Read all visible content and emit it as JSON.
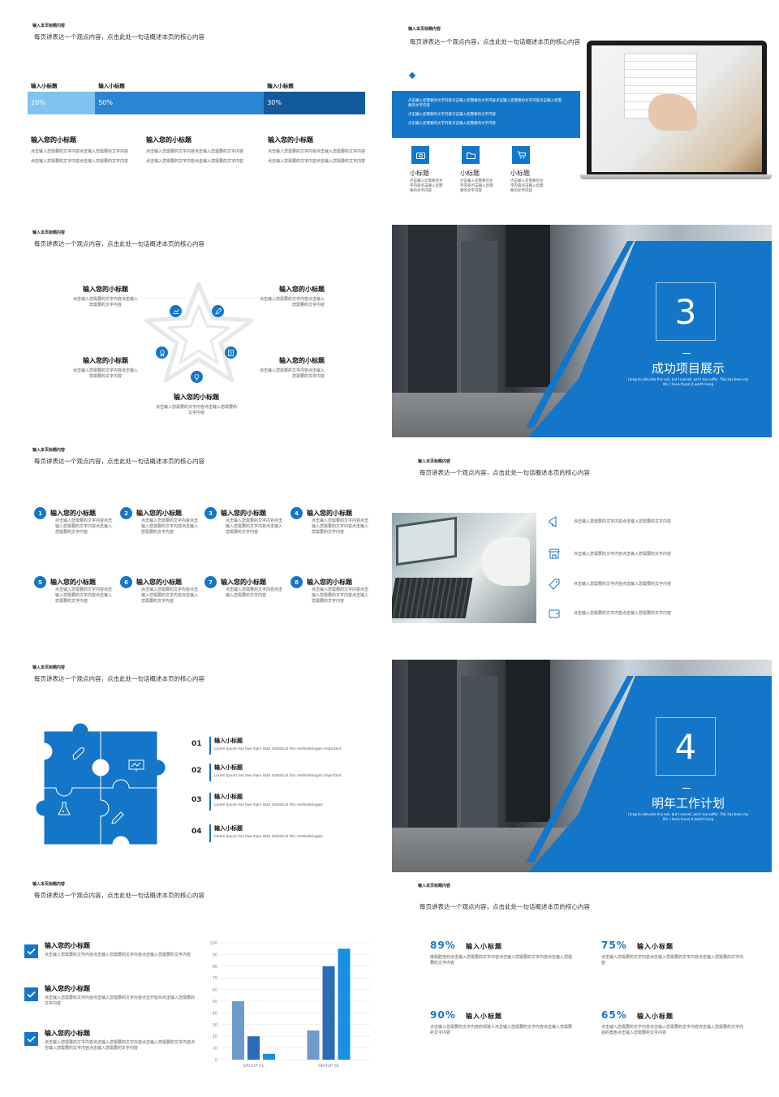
{
  "common": {
    "small_title": "输入本页标题内容",
    "subtitle": "每页讲表达一个观点内容，点击此处一句话概述本页的核心内容"
  },
  "s1": {
    "bar_labels": [
      "输入小标题",
      "输入小标题",
      "输入小标题"
    ],
    "bar_values": [
      "20%",
      "50%",
      "30%"
    ],
    "bar_fractions": [
      0.2,
      0.5,
      0.3
    ],
    "bar_colors": [
      "#7fc3f2",
      "#2a86d4",
      "#135a9c"
    ],
    "cols": [
      {
        "title": "输入您的小标题",
        "p1": "点击输入您需要的文字内容点击输入您需要的文字内容",
        "p2": "点击输入您需要的文字内容点击输入您需要的文字内容"
      },
      {
        "title": "输入您的小标题",
        "p1": "点击输入您需要的文字内容点击输入您需要的文字内容",
        "p2": "点击输入您需要的文字内容点击输入您需要的文字内容"
      },
      {
        "title": "输入您的小标题",
        "p1": "点击输入您需要的文字内容点击输入您需要的文字内容",
        "p2": "点击输入您需要的文字内容点击输入您需要的文字内容"
      }
    ]
  },
  "s2": {
    "band_lines": [
      "点击输入您需要的文字内容点击输入您需要的文字内容点击输入您需要的文字内容点击输入您需要的文字内容",
      "点击输入您需要的文字内容点击输入您需要的文字内容",
      "点击输入您需要的文字内容点击输入您需要的文字内容"
    ],
    "items": [
      {
        "icon": "camera-icon",
        "title": "小标题",
        "p": "点击输入您需要的文字内容点击输入您需要的文字内容"
      },
      {
        "icon": "folder-icon",
        "title": "小标题",
        "p": "点击输入您需要的文字内容点击输入您需要的文字内容"
      },
      {
        "icon": "cart-icon",
        "title": "小标题",
        "p": "点击输入您需要的文字内容点击输入您需要的文字内容"
      }
    ]
  },
  "s3": {
    "items": [
      {
        "title": "输入您的小标题",
        "p": "点击输入您需要的文字内容点击输入您需要的文字内容"
      },
      {
        "title": "输入您的小标题",
        "p": "点击输入您需要的文字内容点击输入您需要的文字内容"
      },
      {
        "title": "输入您的小标题",
        "p": "点击输入您需要的文字内容点击输入您需要的文字内容"
      },
      {
        "title": "输入您的小标题",
        "p": "点击输入您需要的文字内容点击输入您需要的文字内容"
      },
      {
        "title": "输入您的小标题",
        "p": "点击输入您需要的文字内容点击输入您需要的文字内容"
      }
    ]
  },
  "s4": {
    "number": "3",
    "title": "成功项目展示",
    "desc": "I long to alleviate this evil, but I cannot, and I too suffer. This has been my life. I have found it worth living"
  },
  "s5": {
    "items": [
      {
        "n": "1",
        "title": "输入您的小标题",
        "p": "点击输入您需要的文字内容点击输入您需要的文字内容点击输入您需要的文字内容"
      },
      {
        "n": "2",
        "title": "输入您的小标题",
        "p": "点击输入您需要的文字内容点击输入您需要的文字内容点击输入您需要的文字内容"
      },
      {
        "n": "3",
        "title": "输入您的小标题",
        "p": "点击输入您需要的文字内容点击输入您需要的文字内容点击输入您需要的文字内容"
      },
      {
        "n": "4",
        "title": "输入您的小标题",
        "p": "点击输入您需要的文字内容点击输入您需要的文字内容点击输入您需要的文字内容"
      },
      {
        "n": "5",
        "title": "输入您的小标题",
        "p": "点击输入您需要的文字内容点击输入您需要的文字内容点击输入您需要的文字内容"
      },
      {
        "n": "6",
        "title": "输入您的小标题",
        "p": "点击输入您需要的文字内容点击输入您需要的文字内容点击输入您需要的文字内容"
      },
      {
        "n": "7",
        "title": "输入您的小标题",
        "p": "点击输入您需要的文字内容点击输入您需要的文字内容"
      },
      {
        "n": "8",
        "title": "输入您的小标题",
        "p": "点击输入您需要的文字内容点击输入您需要的文字内容点击输入您需要的文字内容"
      }
    ]
  },
  "s6": {
    "items": [
      {
        "icon": "megaphone-icon",
        "p": "点击输入您需要的文字内容点击输入您需要的文字内容"
      },
      {
        "icon": "store-icon",
        "p": "点击输入您需要的文字内容点击输入您需要的文字内容"
      },
      {
        "icon": "tag-icon",
        "p": "点击输入您需要的文字内容点击输入您需要的文字内容"
      },
      {
        "icon": "wallet-icon",
        "p": "点击输入您需要的文字内容点击输入您需要的文字内容"
      }
    ]
  },
  "s7": {
    "items": [
      {
        "n": "01",
        "title": "输入小标题",
        "p": "Lorem Ipsum has two main data statistical this methodologies important"
      },
      {
        "n": "02",
        "title": "输入小标题",
        "p": "Lorem Ipsum has two main data statistical this methodologies important"
      },
      {
        "n": "03",
        "title": "输入小标题",
        "p": "Lorem Ipsum has two main data statistical this methodologies"
      },
      {
        "n": "04",
        "title": "输入小标题",
        "p": "Lorem Ipsum has two main data statistical this methodologies"
      }
    ]
  },
  "s8": {
    "number": "4",
    "title": "明年工作计划",
    "desc": "I long to alleviate this evil, but I cannot, and I too suffer. This has been my life. I have found it worth living"
  },
  "s9": {
    "items": [
      {
        "title": "输入您的小标题",
        "p": "点击输入您需要的文字内容点击输入您需要的文字内容点击输入您需要的文字内容"
      },
      {
        "title": "输入您的小标题",
        "p": "点击输入您需要的文字内容点击输入您需要的文字内容点击开始日点击输入您需要的文字内容"
      },
      {
        "title": "输入您的小标题",
        "p": "点击输入您需要的文字内容点击输入您需要的文字内容点击输入您需要的文字内容点击输入您需要的文字内容点击输入您需要的文字内容"
      }
    ]
  },
  "chart_data": {
    "type": "bar",
    "categories": [
      "GROUP 01",
      "GROUP 02"
    ],
    "series": [
      {
        "values": [
          50,
          25
        ]
      },
      {
        "values": [
          20,
          80
        ]
      },
      {
        "values": [
          5,
          95
        ]
      }
    ],
    "colors": [
      "#6f9acb",
      "#2b6cb8",
      "#1a8ee0"
    ],
    "ylim": [
      0,
      100
    ],
    "yticks": [
      0,
      10,
      20,
      30,
      40,
      50,
      60,
      70,
      80,
      90,
      100
    ],
    "grid": true
  },
  "s10": {
    "items": [
      {
        "pct": "89%",
        "title": "输入小标题",
        "p": "度假胜地日点击输入您需要的文字内容点击输入您需要的文字内容点击输入您需要的文字内容"
      },
      {
        "pct": "75%",
        "title": "输入小标题",
        "p": "点击输入您需要的文字内容点击输入您需要的文字内容点击输入您需要的文字内容"
      },
      {
        "pct": "90%",
        "title": "输入小标题",
        "p": "点击输入您需要的文字内容的驾驶人点击输入您需要的文字内容点击输入您需要的文字内容"
      },
      {
        "pct": "65%",
        "title": "输入小标题",
        "p": "点击输入您需要的文字内容点击输入您需要的文字内容点击输入您需要的文字内容的角色点击输入您需要的文字内容"
      }
    ]
  }
}
